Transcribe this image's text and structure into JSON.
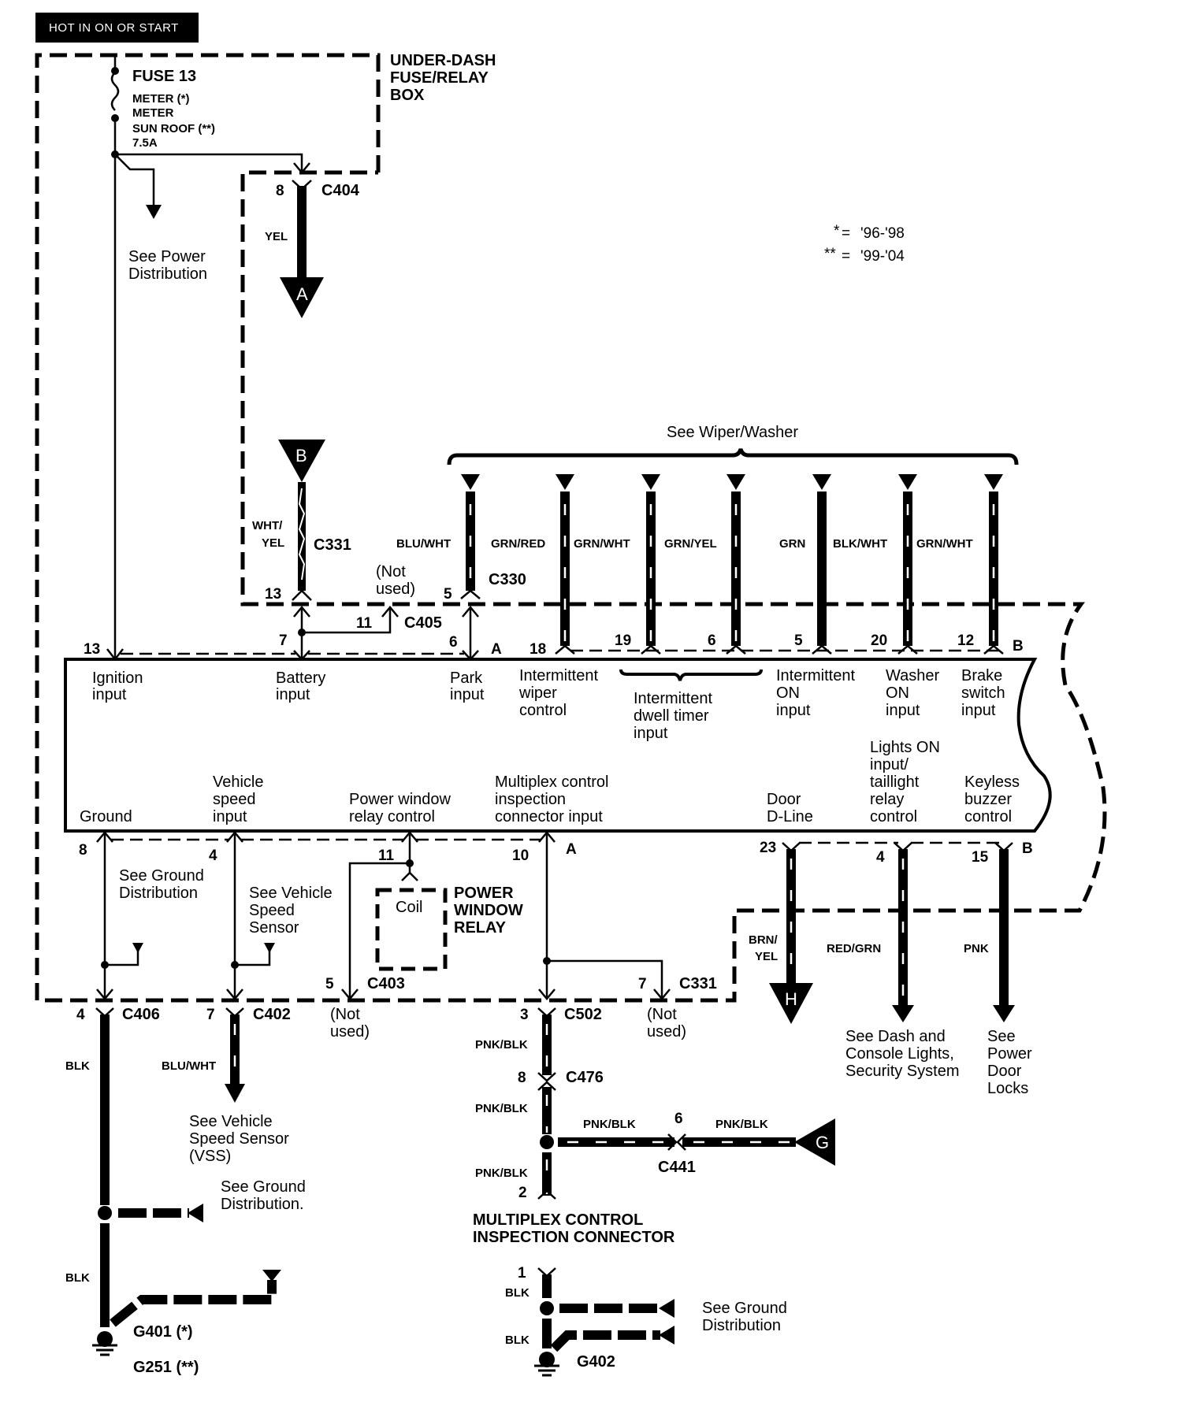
{
  "header": {
    "label": "HOT IN ON OR START"
  },
  "fuse_box": {
    "title_lines": [
      "UNDER-DASH",
      "FUSE/RELAY",
      "BOX"
    ],
    "fuse_name": "FUSE 13",
    "fuse_desc_lines": [
      "METER (*)",
      "METER",
      "SUN ROOF (**)",
      "7.5A"
    ],
    "power_ref_lines": [
      "See Power",
      "Distribution"
    ]
  },
  "legend": [
    {
      "symbol": "*",
      "years": "'96-'98"
    },
    {
      "symbol": "**",
      "years": "'99-'04"
    }
  ],
  "top_connectors": {
    "c404": {
      "name": "C404",
      "pin": "8",
      "wire": "YEL",
      "dest": "A"
    },
    "c331_top": {
      "name": "C331",
      "pin": "13",
      "wire_lines": [
        "WHT/",
        "YEL"
      ],
      "source": "B"
    },
    "c405": {
      "name": "C405",
      "pin": "11",
      "note_lines": [
        "(Not",
        "used)"
      ]
    },
    "c330": {
      "name": "C330",
      "pin": "5",
      "wire": "BLU/WHT"
    }
  },
  "wiper_group": {
    "label": "See Wiper/Washer",
    "wires": [
      {
        "color": "BLU/WHT",
        "pin": "6"
      },
      {
        "color": "GRN/RED",
        "pin": "18"
      },
      {
        "color": "GRN/WHT",
        "pin": "19"
      },
      {
        "color": "GRN/YEL",
        "pin": "6"
      },
      {
        "color": "GRN",
        "pin": "5"
      },
      {
        "color": "BLK/WHT",
        "pin": "20"
      },
      {
        "color": "GRN/WHT",
        "pin": "12"
      }
    ]
  },
  "module": {
    "top_pins": {
      "ignition": "13",
      "battery": "7",
      "park": "6",
      "connector_a": "A",
      "connector_b": "B"
    },
    "top_labels": {
      "ignition": [
        "Ignition",
        "input"
      ],
      "battery": [
        "Battery",
        "input"
      ],
      "park": [
        "Park",
        "input"
      ],
      "int_wiper": [
        "Intermittent",
        "wiper",
        "control"
      ],
      "dwell": [
        "Intermittent",
        "dwell timer",
        "input"
      ],
      "int_on": [
        "Intermittent",
        "ON",
        "input"
      ],
      "washer": [
        "Washer",
        "ON",
        "input"
      ],
      "brake": [
        "Brake",
        "switch",
        "input"
      ]
    },
    "bottom_labels": {
      "ground": [
        "Ground"
      ],
      "vss": [
        "Vehicle",
        "speed",
        "input"
      ],
      "pw_relay": [
        "Power window",
        "relay control"
      ],
      "multiplex": [
        "Multiplex control",
        "inspection",
        "connector input"
      ],
      "door": [
        "Door",
        "D-Line"
      ],
      "lights": [
        "Lights ON",
        "input/",
        "taillight",
        "relay",
        "control"
      ],
      "keyless": [
        "Keyless",
        "buzzer",
        "control"
      ]
    },
    "bottom_pins": {
      "ground": "8",
      "vss": "4",
      "pw": "11",
      "multiplex": "10",
      "connector_a": "A",
      "door": "23",
      "lights": "4",
      "keyless": "15",
      "connector_b": "B"
    }
  },
  "lower": {
    "ground_ref_lines": [
      "See Ground",
      "Distribution"
    ],
    "vss_ref_lines": [
      "See Vehicle",
      "Speed",
      "Sensor"
    ],
    "relay": {
      "coil": "Coil",
      "title_lines": [
        "POWER",
        "WINDOW",
        "RELAY"
      ]
    },
    "c403": {
      "name": "C403",
      "pin": "5",
      "note_lines": [
        "(Not",
        "used)"
      ]
    },
    "c331_bottom": {
      "name": "C331",
      "pin": "7",
      "note_lines": [
        "(Not",
        "used)"
      ]
    },
    "c406": {
      "name": "C406",
      "pin": "4",
      "wire": "BLK"
    },
    "c402": {
      "name": "C402",
      "pin": "7",
      "wire": "BLU/WHT",
      "ref_lines": [
        "See Vehicle",
        "Speed Sensor",
        "(VSS)"
      ]
    },
    "c502": {
      "name": "C502",
      "pin": "3",
      "wire": "PNK/BLK"
    },
    "c476": {
      "name": "C476",
      "pin": "8",
      "wire": "PNK/BLK"
    },
    "c441": {
      "name": "C441",
      "pin": "6",
      "wire_left": "PNK/BLK",
      "wire_right": "PNK/BLK",
      "source": "G"
    },
    "door_wire": {
      "color_lines": [
        "BRN/",
        "YEL"
      ],
      "dest": "H"
    },
    "lights_wire": {
      "color": "RED/GRN",
      "ref_lines": [
        "See Dash and",
        "Console Lights,",
        "Security System"
      ]
    },
    "keyless_wire": {
      "color": "PNK",
      "ref_lines": [
        "See",
        "Power",
        "Door",
        "Locks"
      ]
    },
    "ground_splice": {
      "wire": "BLK",
      "ref_lines": [
        "See Ground",
        "Distribution."
      ]
    },
    "g401": {
      "lines": [
        "G401 (*)",
        "G251 (**)"
      ]
    },
    "inspection_connector": {
      "title_lines": [
        "MULTIPLEX CONTROL",
        "INSPECTION CONNECTOR"
      ],
      "pin2": "2",
      "pin2_wire": "PNK/BLK",
      "pin1": "1",
      "pin1_wire": "BLK",
      "lower_wire": "BLK",
      "ref_lines": [
        "See Ground",
        "Distribution"
      ],
      "ground": "G402"
    }
  }
}
